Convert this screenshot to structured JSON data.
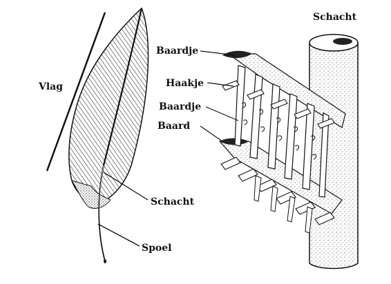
{
  "labels": {
    "vlag": "Vlag",
    "schacht_feather": "Schacht",
    "spoel": "Spoel",
    "schacht_detail": "Schacht",
    "baardje_top": "Baardje",
    "haakje": "Haakje",
    "baardje_mid": "Baardje",
    "baard": "Baard"
  },
  "colors": {
    "ink": "#111111",
    "paper": "#ffffff",
    "stipple": "#555555"
  }
}
